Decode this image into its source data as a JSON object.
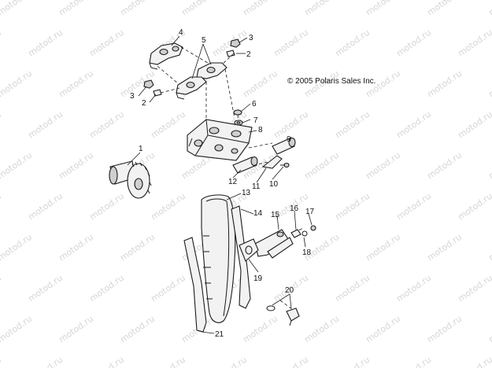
{
  "diagram": {
    "copyright": "© 2005 Polaris Sales Inc.",
    "watermark": "motod.ru",
    "callouts": [
      "1",
      "2",
      "3",
      "4",
      "5",
      "6",
      "7",
      "8",
      "9",
      "10",
      "11",
      "12",
      "13",
      "14",
      "15",
      "16",
      "17",
      "18",
      "19",
      "20",
      "21"
    ]
  }
}
